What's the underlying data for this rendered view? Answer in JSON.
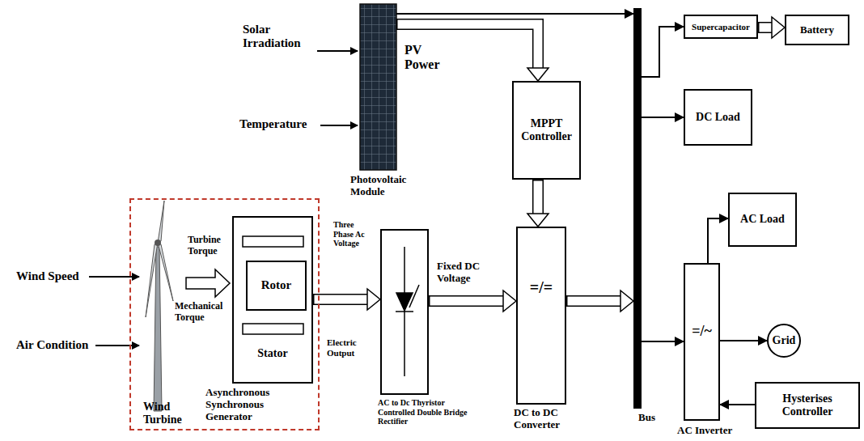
{
  "diagram": {
    "nodes": [
      {
        "text": [
          "PV Power",
          "Photovoltaic Module"
        ]
      },
      {
        "text": [
          "Supercapacitor"
        ]
      },
      {
        "text": [
          "Battery"
        ]
      },
      {
        "text": [
          "MPPT Controller"
        ]
      },
      {
        "text": [
          "DC Load"
        ]
      },
      {
        "text": [
          "AC Load"
        ]
      },
      {
        "text": [
          "Wind Turbine"
        ]
      },
      {
        "text": [
          "Stator",
          "Asynchronous Synchronous Generator"
        ],
        "in": 6
      },
      {
        "text": [
          "Rotor"
        ],
        "in": 7
      },
      {
        "text": [
          "AC to Dc Thyristor Controlled Double Bridge Rectifier"
        ]
      },
      {
        "text": [
          "=/=",
          "DC to DC Converter"
        ]
      },
      {
        "text": [
          "Bus"
        ]
      },
      {
        "text": [
          "=/~",
          "AC Inverter"
        ]
      },
      {
        "text": [
          "Grid"
        ]
      },
      {
        "text": [
          "Hysterises Controller"
        ]
      }
    ],
    "edges": [
      {
        "from": 0,
        "to": 11,
        "arrow": "to"
      },
      {
        "from": 0,
        "to": 3,
        "arrow": "to"
      },
      {
        "from": 3,
        "to": 10,
        "arrow": "to"
      },
      {
        "from": 11,
        "to": 1,
        "arrow": "to"
      },
      {
        "from": 1,
        "to": 2,
        "arrow": "to"
      },
      {
        "from": 11,
        "to": 4,
        "arrow": "to"
      },
      {
        "from": 7,
        "to": 9,
        "label": "Three Phase Ac Voltage",
        "arrow": "to"
      },
      {
        "from": 9,
        "to": 10,
        "label": "Fixed DC Voltage",
        "arrow": "to"
      },
      {
        "from": 10,
        "to": 11,
        "arrow": "to"
      },
      {
        "from": 11,
        "to": 12,
        "arrow": "to"
      },
      {
        "from": 12,
        "to": 5,
        "arrow": "to"
      },
      {
        "from": 12,
        "to": 13,
        "arrow": "to"
      },
      {
        "from": 14,
        "to": 12,
        "arrow": "to"
      }
    ],
    "labels": [
      "Solar Irradiation",
      "Temperature",
      "Wind Speed",
      "Air Condition",
      "Turbine Torque",
      "Mechanical Torque",
      "Electric Output"
    ]
  }
}
